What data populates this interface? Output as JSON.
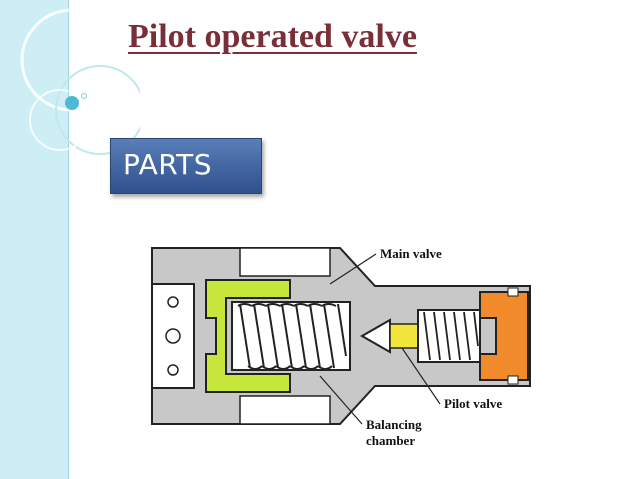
{
  "slide": {
    "title": "Pilot operated valve",
    "parts_label": "PARTS"
  },
  "diagram": {
    "labels": {
      "main_valve": "Main valve",
      "pilot_valve": "Pilot valve",
      "balancing_line1": "Balancing",
      "balancing_line2": "chamber"
    },
    "colors": {
      "body_gray": "#c8c8c8",
      "main_valve_green": "#c6e63c",
      "pilot_orange": "#f08a2a",
      "pilot_tip_yellow": "#f2e63a",
      "title_color": "#7a2e38",
      "parts_blue": "#3b5ea0"
    }
  }
}
